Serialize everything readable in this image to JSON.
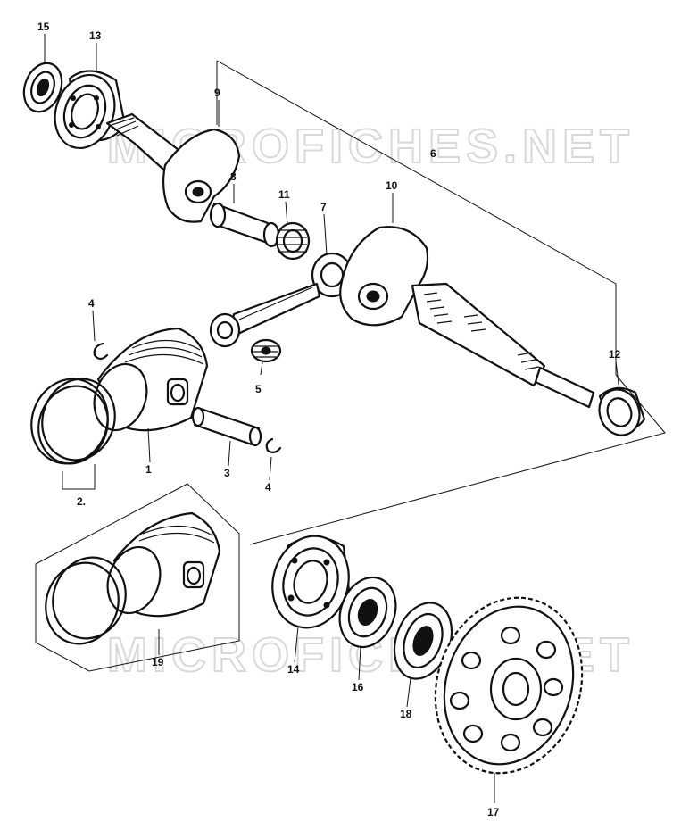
{
  "watermarks": [
    {
      "text": "MICROFICHES.NET"
    },
    {
      "text": "MICROFICHES.NET"
    }
  ],
  "callouts": [
    {
      "id": "c15",
      "label": "15"
    },
    {
      "id": "c13",
      "label": "13"
    },
    {
      "id": "c9",
      "label": "9"
    },
    {
      "id": "c6",
      "label": "6"
    },
    {
      "id": "c8",
      "label": "8"
    },
    {
      "id": "c11",
      "label": "11"
    },
    {
      "id": "c7",
      "label": "7"
    },
    {
      "id": "c10",
      "label": "10"
    },
    {
      "id": "c4a",
      "label": "4"
    },
    {
      "id": "c5",
      "label": "5"
    },
    {
      "id": "c12",
      "label": "12"
    },
    {
      "id": "c1",
      "label": "1"
    },
    {
      "id": "c2",
      "label": "2."
    },
    {
      "id": "c3",
      "label": "3"
    },
    {
      "id": "c4b",
      "label": "4"
    },
    {
      "id": "c19",
      "label": "19"
    },
    {
      "id": "c14",
      "label": "14"
    },
    {
      "id": "c16",
      "label": "16"
    },
    {
      "id": "c18",
      "label": "18"
    },
    {
      "id": "c17",
      "label": "17"
    }
  ]
}
